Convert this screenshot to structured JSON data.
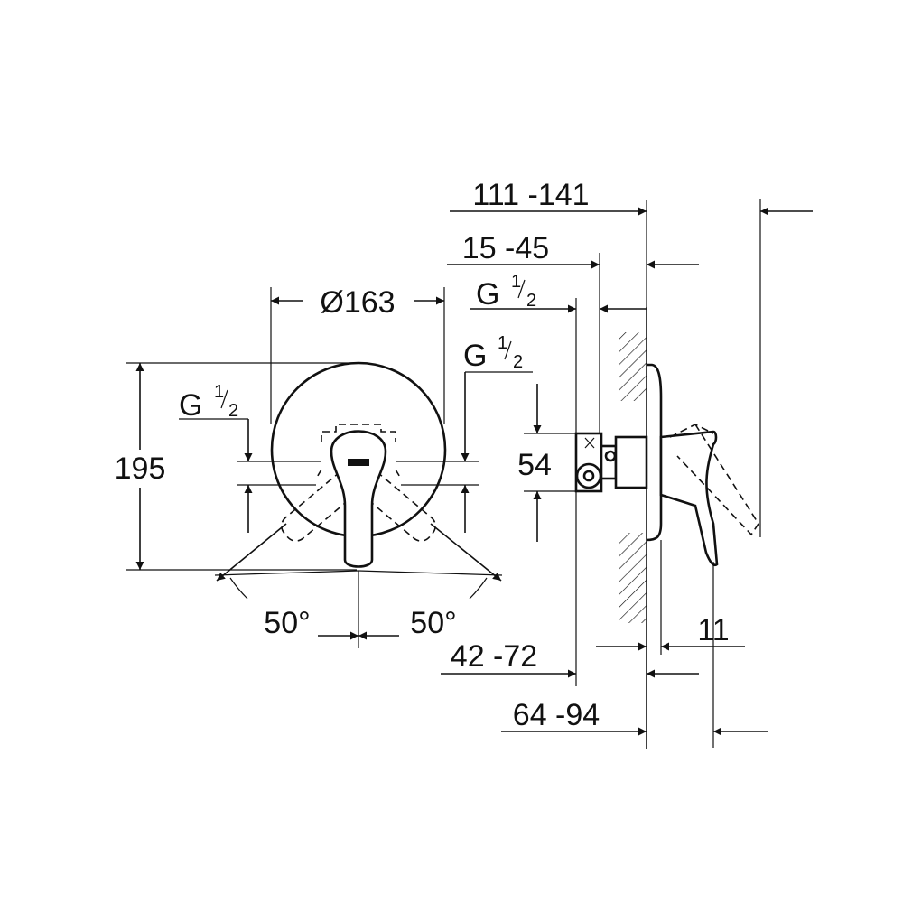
{
  "front_view": {
    "diameter_label": "Ø163",
    "height_label": "195",
    "thread_left_label": {
      "base": "G",
      "sup": "1",
      "sub": "2"
    },
    "thread_right_label": {
      "base": "G",
      "sup": "1",
      "sub": "2"
    },
    "angle_left_label": "50°",
    "angle_right_label": "50°"
  },
  "side_view": {
    "dim_total_label": "111 -141",
    "dim_wall_label": "15 -45",
    "thread_label": {
      "base": "G",
      "sup": "1",
      "sub": "2"
    },
    "dim_54_label": "54",
    "dim_42_72_label": "42 -72",
    "dim_64_94_label": "64 -94",
    "dim_11_label": "11"
  },
  "colors": {
    "line": "#111111",
    "background": "#ffffff"
  }
}
